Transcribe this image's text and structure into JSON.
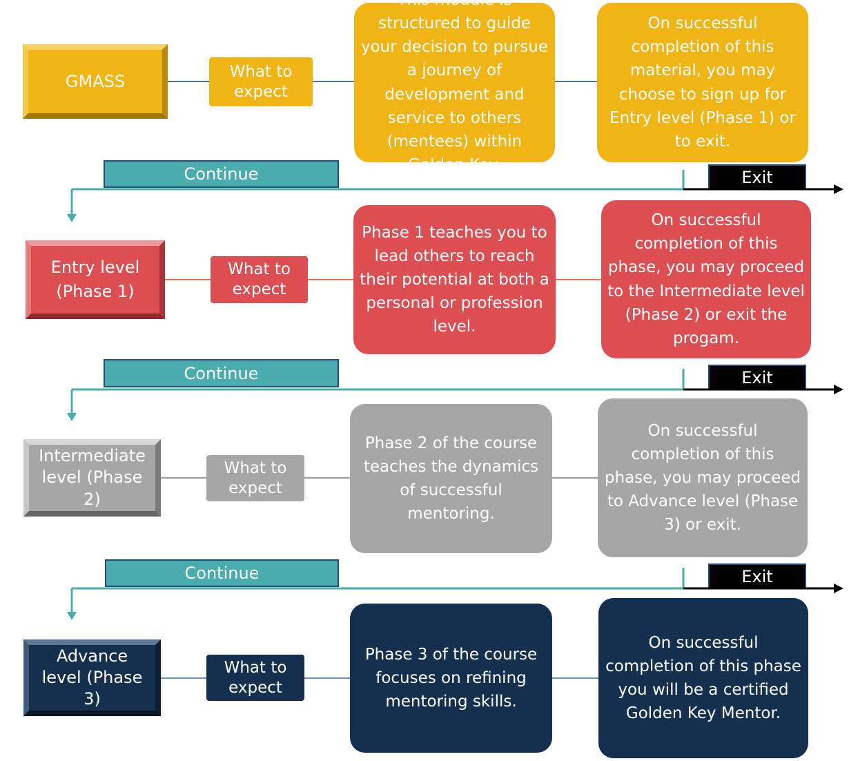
{
  "rows": [
    {
      "stage_label": "GMASS",
      "what_label": "What to expect",
      "description": "This module is structured to guide your decision to pursue a journey of development and service to others (mentees) within Golden Key.",
      "outcome": "On successful completion of this material, you may choose to sign up for Entry level (Phase 1) or to exit."
    },
    {
      "stage_label": "Entry level (Phase 1)",
      "what_label": "What to expect",
      "description": "Phase 1 teaches you to lead others to reach their potential at both a personal or profession level.",
      "outcome": "On successful completion of this phase, you may proceed to the Intermediate level (Phase 2) or exit the progam."
    },
    {
      "stage_label": "Intermediate level (Phase 2)",
      "what_label": "What to expect",
      "description": "Phase 2 of the course teaches the dynamics of successful mentoring.",
      "outcome": "On successful completion of this phase, you may proceed to Advance level (Phase 3) or exit."
    },
    {
      "stage_label": "Advance level (Phase 3)",
      "what_label": "What to expect",
      "description": "Phase 3 of the course focuses on refining mentoring skills.",
      "outcome": "On successful completion of this phase you will be a certified Golden Key Mentor."
    }
  ],
  "connectors": [
    {
      "continue_label": "Continue",
      "exit_label": "Exit"
    },
    {
      "continue_label": "Continue",
      "exit_label": "Exit"
    },
    {
      "continue_label": "Continue",
      "exit_label": "Exit"
    }
  ],
  "colors": {
    "gold": "#f0b414",
    "red": "#dd4e52",
    "gray": "#a6a6a6",
    "navy": "#15304f",
    "teal": "#4aacac"
  }
}
